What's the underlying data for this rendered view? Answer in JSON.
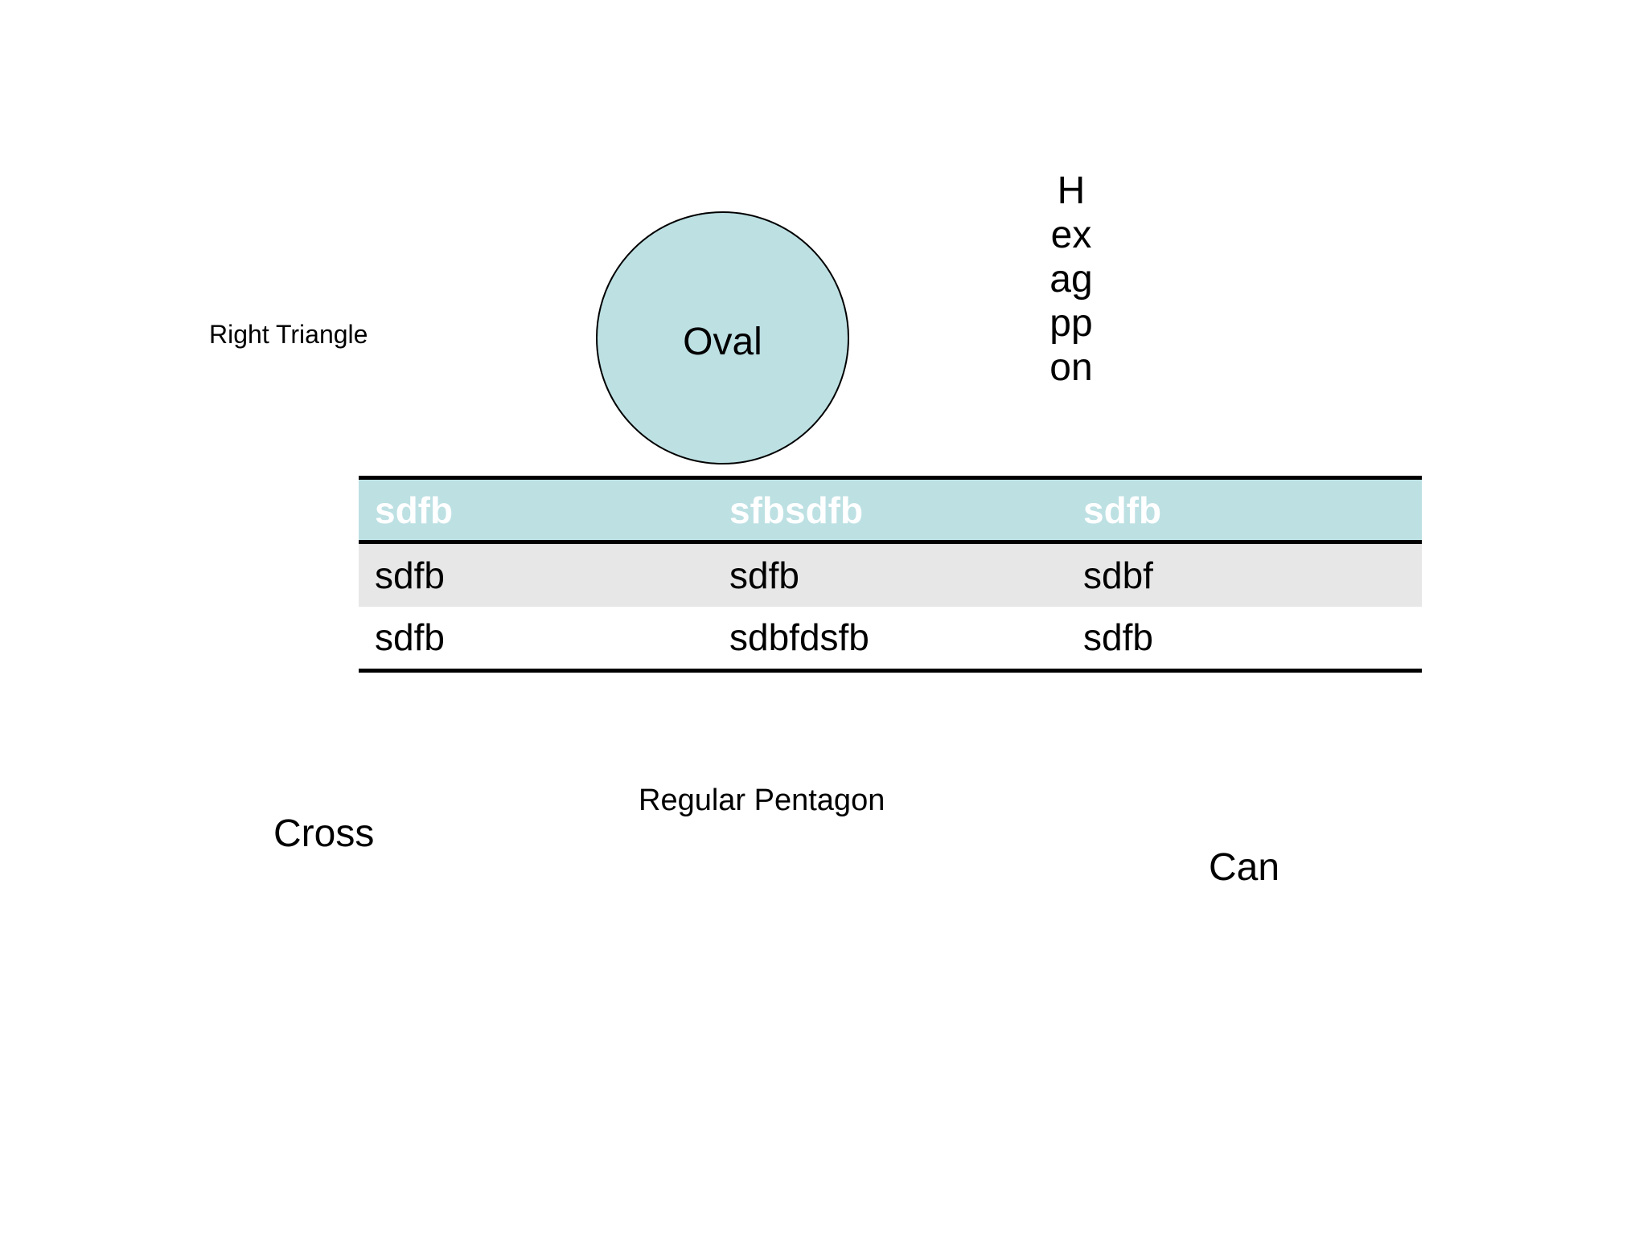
{
  "shapes": {
    "right_triangle_label": "Right Triangle",
    "oval_label": "Oval",
    "hexagon_lines": [
      "H",
      "ex",
      "ag",
      "pp",
      "on"
    ],
    "regular_pentagon_label": "Regular Pentagon",
    "cross_label": "Cross",
    "can_label": "Can"
  },
  "table": {
    "headers": [
      "sdfb",
      "sfbsdfb",
      "sdfb"
    ],
    "rows": [
      [
        "sdfb",
        "sdfb",
        "sdbf"
      ],
      [
        "sdfb",
        "sdbfdsfb",
        "sdfb"
      ]
    ]
  },
  "colors": {
    "accent_teal": "#bde0e3",
    "row_shade": "#e7e7e7",
    "header_text": "#ffffff"
  }
}
